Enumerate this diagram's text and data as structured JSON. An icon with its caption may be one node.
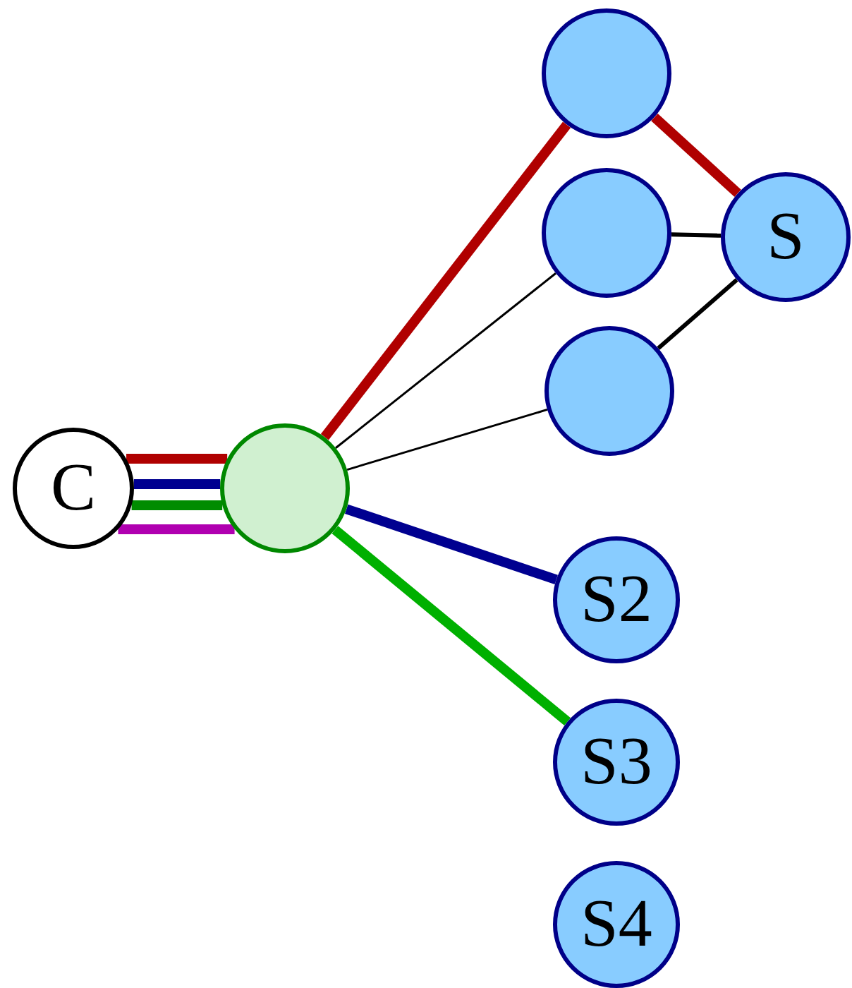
{
  "diagram": {
    "nodes": [
      {
        "text": [
          "C"
        ]
      },
      {
        "text": [],
        "shape": "circle"
      },
      {
        "text": [],
        "shape": "circle"
      },
      {
        "text": [],
        "shape": "circle"
      },
      {
        "text": [],
        "shape": "circle"
      },
      {
        "text": [
          "S"
        ]
      },
      {
        "text": [
          "S2"
        ]
      },
      {
        "text": [
          "S3"
        ]
      },
      {
        "text": [
          "S4"
        ]
      }
    ],
    "edges": [
      {
        "from": 0,
        "to": 1,
        "arrow": "none",
        "color": "#b00000"
      },
      {
        "from": 0,
        "to": 1,
        "arrow": "none",
        "color": "#000090"
      },
      {
        "from": 0,
        "to": 1,
        "arrow": "none",
        "color": "#008c00"
      },
      {
        "from": 0,
        "to": 1,
        "arrow": "none",
        "color": "#b000b0"
      },
      {
        "from": 1,
        "to": 2,
        "arrow": "none",
        "color": "#b00000"
      },
      {
        "from": 1,
        "to": 3,
        "arrow": "none",
        "color": "#000000"
      },
      {
        "from": 1,
        "to": 4,
        "arrow": "none",
        "color": "#000000"
      },
      {
        "from": 1,
        "to": 6,
        "arrow": "none",
        "color": "#000090"
      },
      {
        "from": 1,
        "to": 7,
        "arrow": "none",
        "color": "#00b000"
      },
      {
        "from": 2,
        "to": 5,
        "arrow": "none",
        "color": "#b00000"
      },
      {
        "from": 3,
        "to": 5,
        "arrow": "none",
        "color": "#000000"
      },
      {
        "from": 4,
        "to": 5,
        "arrow": "none",
        "color": "#000000"
      }
    ]
  }
}
